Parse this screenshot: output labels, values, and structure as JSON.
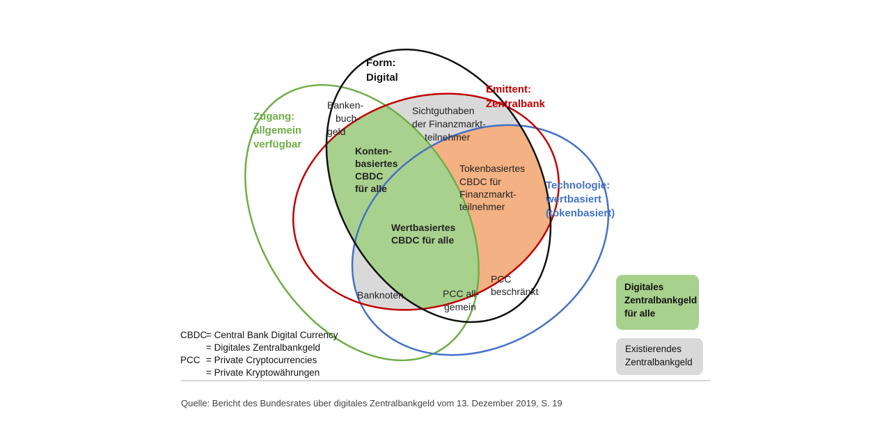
{
  "sets": {
    "form": [
      "Form:",
      "Digital"
    ],
    "access": [
      "Zugang:",
      "allgemein",
      "verfügbar"
    ],
    "issuer": [
      "Emittent:",
      "Zentralbank"
    ],
    "technology": [
      "Technologie:",
      "wertbasiert",
      "(tokenbasiert)"
    ]
  },
  "regions": {
    "bank_money": [
      "Banken-",
      "buch-",
      "geld"
    ],
    "sight_deposits": [
      "Sichtguthaben",
      "der Finanzmarkt-",
      "teilnehmer"
    ],
    "account_cbdc": [
      "Konten-",
      "basiertes",
      "CBDC",
      "für alle"
    ],
    "token_cbdc": [
      "Tokenbasiertes",
      "CBDC für",
      "Finanzmarkt-",
      "teilnehmer"
    ],
    "value_cbdc": [
      "Wertbasiertes",
      "CBDC für alle"
    ],
    "banknotes": [
      "Banknoten"
    ],
    "pcc_general": [
      "PCC all-",
      "gemein"
    ],
    "pcc_restricted": [
      "PCC",
      "beschränkt"
    ]
  },
  "legend": {
    "green": [
      "Digitales",
      "Zentralbankgeld",
      "für alle"
    ],
    "gray": [
      "Existierendes",
      "Zentralbankgeld"
    ]
  },
  "abbreviations": [
    {
      "key": "CBDC",
      "lines": [
        "= Central Bank Digital Currency",
        "= Digitales Zentralbankgeld"
      ]
    },
    {
      "key": "PCC",
      "lines": [
        "= Private Cryptocurrencies",
        "= Private Kryptowährungen"
      ]
    }
  ],
  "source": "Quelle: Bericht des Bundesrates über digitales Zentralbankgeld vom 13. Dezember 2019, S. 19",
  "colors": {
    "form": "#111111",
    "access": "#70ad47",
    "issuer": "#c00000",
    "technology": "#4472c4",
    "fill_green": "#a9d18e",
    "fill_orange": "#f4b183",
    "fill_gray": "#d9d9d9"
  }
}
